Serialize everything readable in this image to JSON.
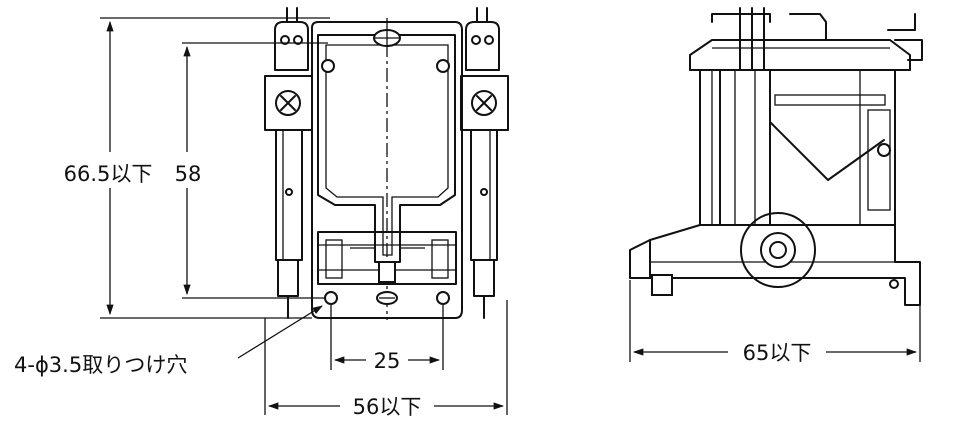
{
  "front_view": {
    "dimensions": {
      "overall_height": "66.5以下",
      "mount_pitch_vertical": "58",
      "mount_pitch_horizontal": "25",
      "overall_width": "56以下"
    },
    "mounting_holes_note": "4-ϕ3.5取りつけ穴"
  },
  "side_view": {
    "dimensions": {
      "overall_depth": "65以下"
    }
  }
}
